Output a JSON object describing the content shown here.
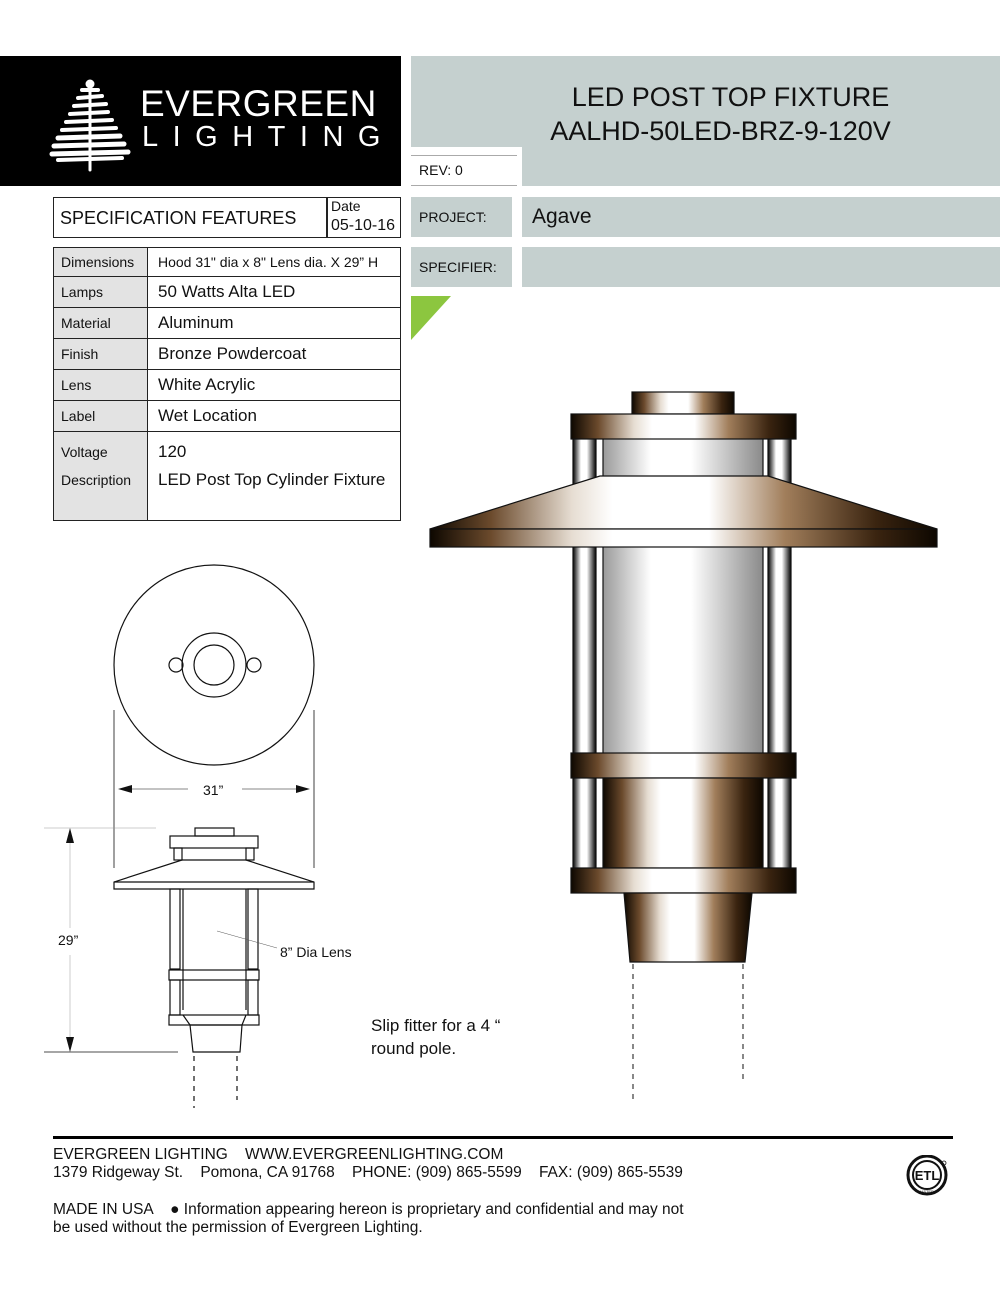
{
  "header": {
    "brand_line1": "EVERGREEN",
    "brand_line2": "LIGHTING",
    "logo_icon": "evergreen-tree-icon",
    "title": "LED POST TOP FIXTURE",
    "model": "AALHD-50LED-BRZ-9-120V",
    "rev_label": "REV: 0"
  },
  "project": {
    "project_label": "PROJECT:",
    "project_value": "Agave",
    "specifier_label": "SPECIFIER:",
    "specifier_value": ""
  },
  "spec": {
    "title": "SPECIFICATION FEATURES",
    "date_label": "Date",
    "date_value": "05-10-16",
    "rows": [
      {
        "key": "Dimensions",
        "value": "Hood 31\" dia x 8\" Lens dia. X 29” H"
      },
      {
        "key": "Lamps",
        "value": "50 Watts Alta LED"
      },
      {
        "key": "Material",
        "value": "Aluminum"
      },
      {
        "key": "Finish",
        "value": "Bronze Powdercoat"
      },
      {
        "key": "Lens",
        "value": "White Acrylic"
      },
      {
        "key": "Label",
        "value": "Wet Location"
      },
      {
        "key": "Voltage",
        "value": "120"
      },
      {
        "key": "Description",
        "value": "LED Post Top Cylinder Fixture"
      }
    ]
  },
  "drawing": {
    "diameter_label": "31”",
    "height_label": "29”",
    "lens_label": "8” Dia Lens",
    "note_line1": "Slip fitter for a 4 “",
    "note_line2": "round pole."
  },
  "colors": {
    "band": "#c5d0cf",
    "accent_green": "#8cc63f",
    "bronze": "#7a5a3a"
  },
  "footer": {
    "line1": "EVERGREEN LIGHTING    WWW.EVERGREENLIGHTING.COM",
    "line2": "1379 Ridgeway St.    Pomona, CA 91768    PHONE: (909) 865-5599    FAX: (909) 865-5539",
    "line3": "MADE IN USA    ● Information appearing hereon is proprietary and confidential and may not",
    "line4": "be used without the permission of Evergreen Lighting.",
    "cert_icon": "etl-listed-icon"
  }
}
